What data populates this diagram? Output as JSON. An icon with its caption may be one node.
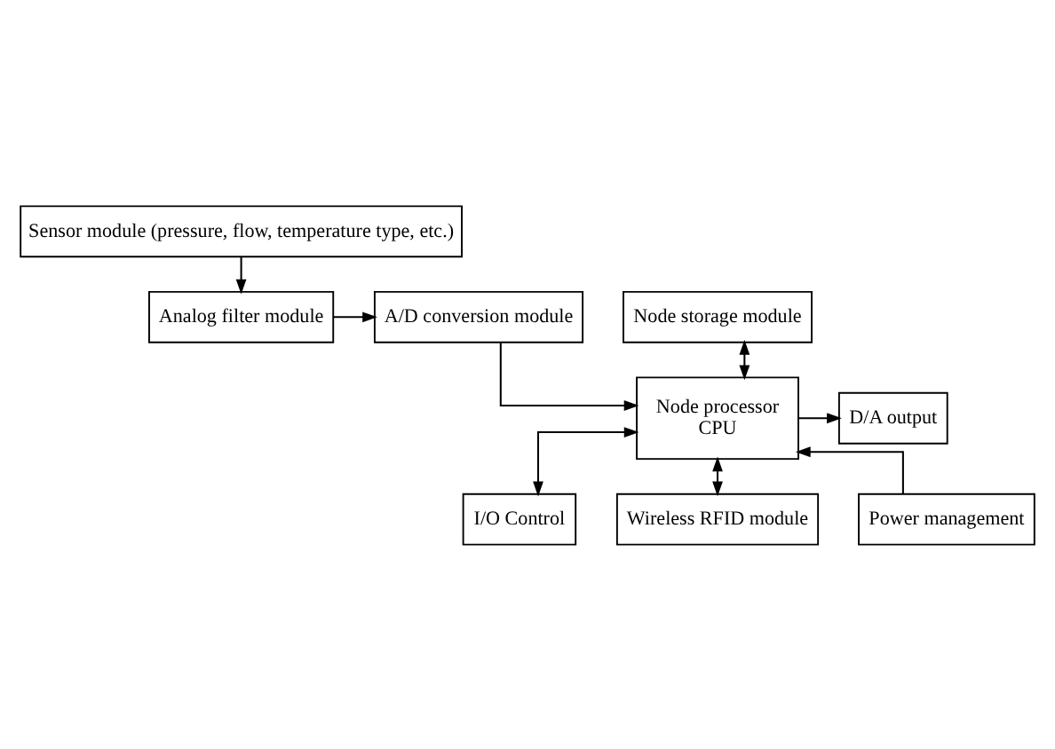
{
  "diagram": {
    "nodes": [
      {
        "text": [
          "Sensor module (pressure, flow, temperature type, etc.)"
        ]
      },
      {
        "text": [
          "Analog filter module"
        ]
      },
      {
        "text": [
          "A/D conversion module"
        ]
      },
      {
        "text": [
          "Node storage module"
        ]
      },
      {
        "text": [
          "Node processor CPU"
        ]
      },
      {
        "text": [
          "D/A output"
        ]
      },
      {
        "text": [
          "I/O Control"
        ]
      },
      {
        "text": [
          "Power management"
        ]
      },
      {
        "text": [
          "Wireless RFID module"
        ]
      }
    ],
    "edges": [
      {
        "from": 0,
        "to": 1,
        "arrow": "to"
      },
      {
        "from": 1,
        "to": 2,
        "arrow": "to"
      },
      {
        "from": 2,
        "to": 4,
        "arrow": "to"
      },
      {
        "from": 3,
        "to": 4,
        "arrow": "both"
      },
      {
        "from": 4,
        "to": 5,
        "arrow": "to"
      },
      {
        "from": 4,
        "to": 6,
        "arrow": "both"
      },
      {
        "from": 7,
        "to": 4,
        "arrow": "to"
      },
      {
        "from": 4,
        "to": 8,
        "arrow": "both"
      }
    ]
  }
}
